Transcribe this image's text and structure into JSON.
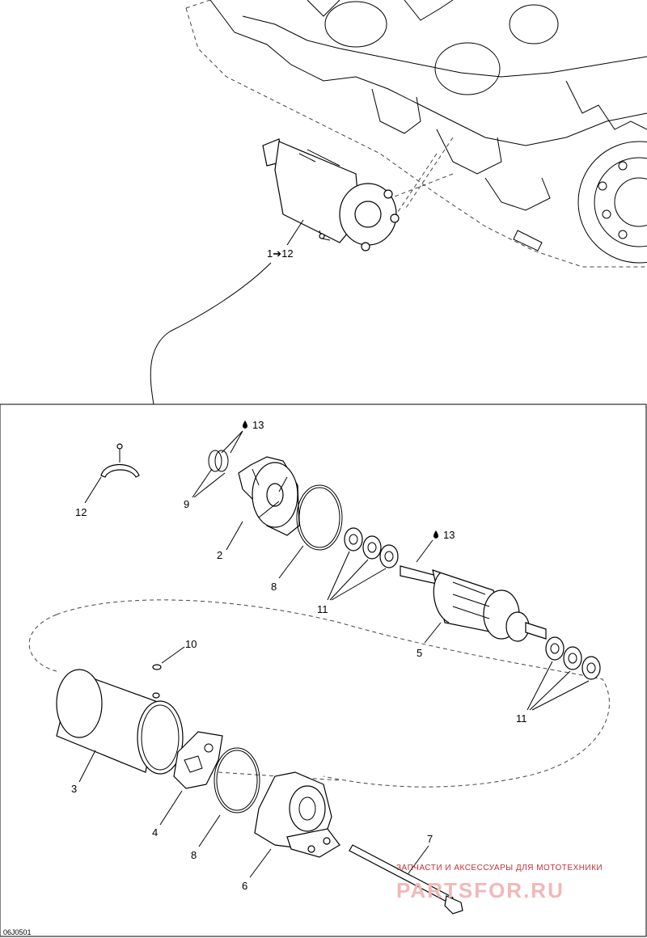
{
  "diagram": {
    "assembly_callout": "1➔12",
    "callouts": {
      "p2": "2",
      "p3": "3",
      "p4": "4",
      "p5": "5",
      "p6": "6",
      "p7": "7",
      "p8a": "8",
      "p8b": "8",
      "p9": "9",
      "p10": "10",
      "p11a": "11",
      "p11b": "11",
      "p12": "12",
      "p13a": "13",
      "p13b": "13"
    },
    "figure_code": "06J0501"
  },
  "watermark": {
    "tagline": "ЗАПЧАСТИ И АКСЕССУАРЫ ДЛЯ МОТОТЕХНИКИ",
    "brand": "PARTSFOR.RU"
  }
}
